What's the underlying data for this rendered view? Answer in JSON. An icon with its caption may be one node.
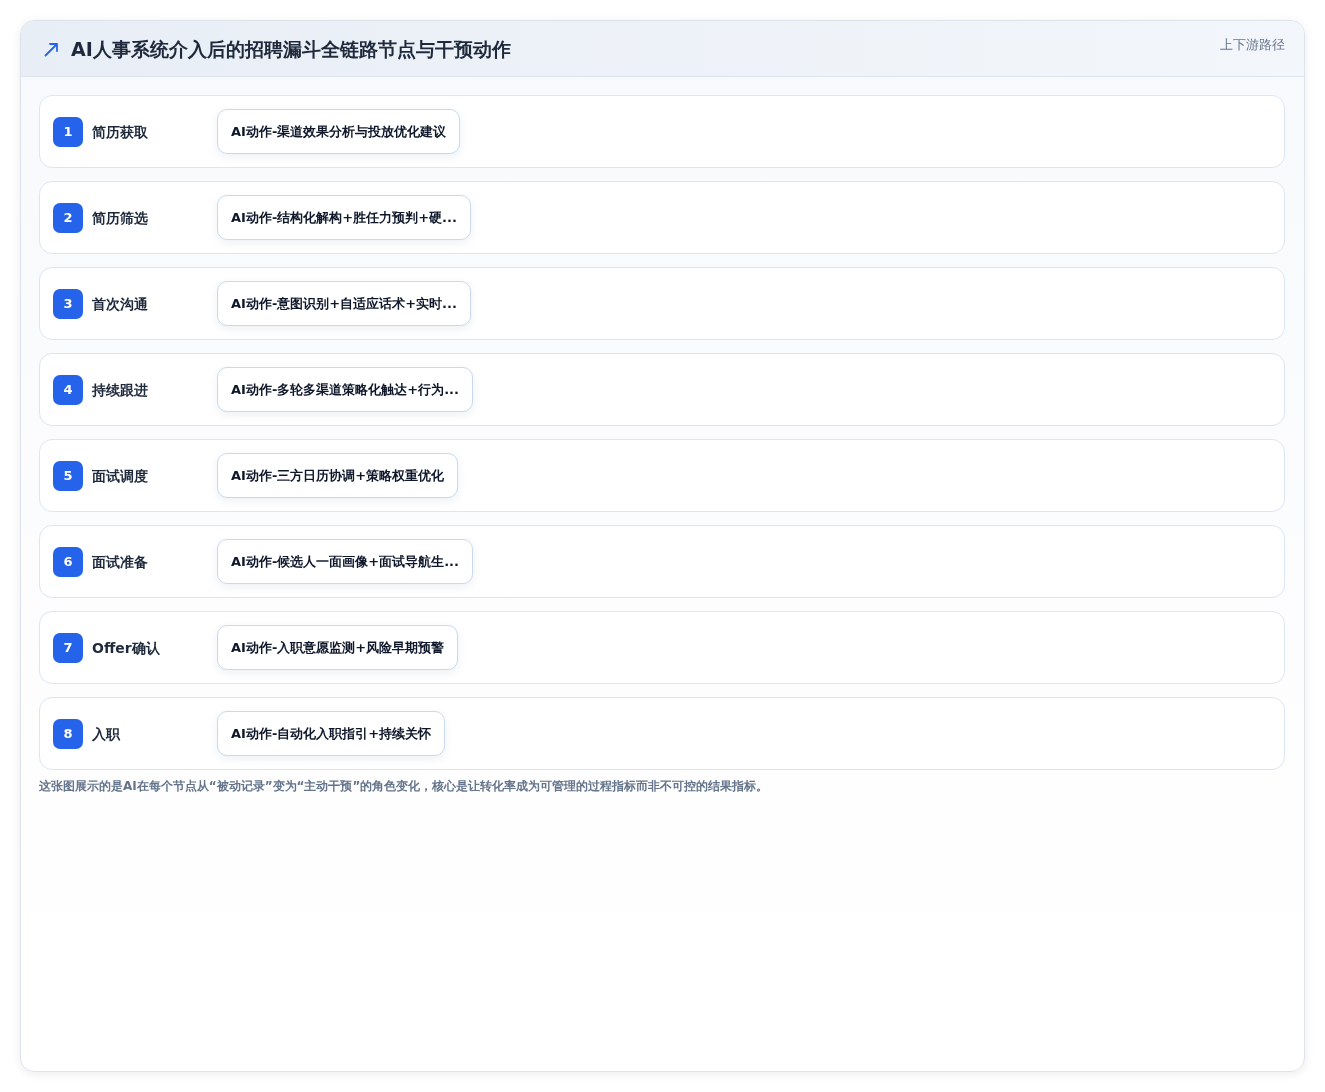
{
  "diagram": {
    "title": "AI人事系统介入后的招聘漏斗全链路节点与干预动作",
    "caption": "这张图展示的是AI在每个节点从“被动记录”变为“主动干预”的角色变化，核心是让转化率成为可管理的过程指标而非不可控的结果指标。",
    "nodes": [
      {
        "text": [
          "简历获取"
        ]
      },
      {
        "text": [
          "1"
        ],
        "in": 0
      },
      {
        "text": [
          "AI动作-渠道效果分析与投放优化建议"
        ],
        "in": 0
      },
      {
        "text": [
          "简历筛选"
        ]
      },
      {
        "text": [
          "2"
        ],
        "in": 3
      },
      {
        "text": [
          "AI动作-结构化解构+胜任力预判+硬..."
        ],
        "in": 3
      },
      {
        "text": [
          "首次沟通"
        ]
      },
      {
        "text": [
          "3"
        ],
        "in": 6
      },
      {
        "text": [
          "AI动作-意图识别+自适应话术+实时..."
        ],
        "in": 6
      },
      {
        "text": [
          "持续跟进"
        ]
      },
      {
        "text": [
          "4"
        ],
        "in": 9
      },
      {
        "text": [
          "AI动作-多轮多渠道策略化触达+行为..."
        ],
        "in": 9
      },
      {
        "text": [
          "面试调度"
        ]
      },
      {
        "text": [
          "5"
        ],
        "in": 12
      },
      {
        "text": [
          "AI动作-三方日历协调+策略权重优化"
        ],
        "in": 12
      },
      {
        "text": [
          "面试准备"
        ]
      },
      {
        "text": [
          "6"
        ],
        "in": 15
      },
      {
        "text": [
          "AI动作-候选人一面画像+面试导航生..."
        ],
        "in": 15
      },
      {
        "text": [
          "Offer确认"
        ]
      },
      {
        "text": [
          "7"
        ],
        "in": 18
      },
      {
        "text": [
          "AI动作-入职意愿监测+风险早期预警"
        ],
        "in": 18
      },
      {
        "text": [
          "入职"
        ]
      },
      {
        "text": [
          "8"
        ],
        "in": 21
      },
      {
        "text": [
          "AI动作-自动化入职指引+持续关怀"
        ],
        "in": 21
      }
    ],
    "edges": [],
    "labels": [
      "上下游路径"
    ]
  }
}
